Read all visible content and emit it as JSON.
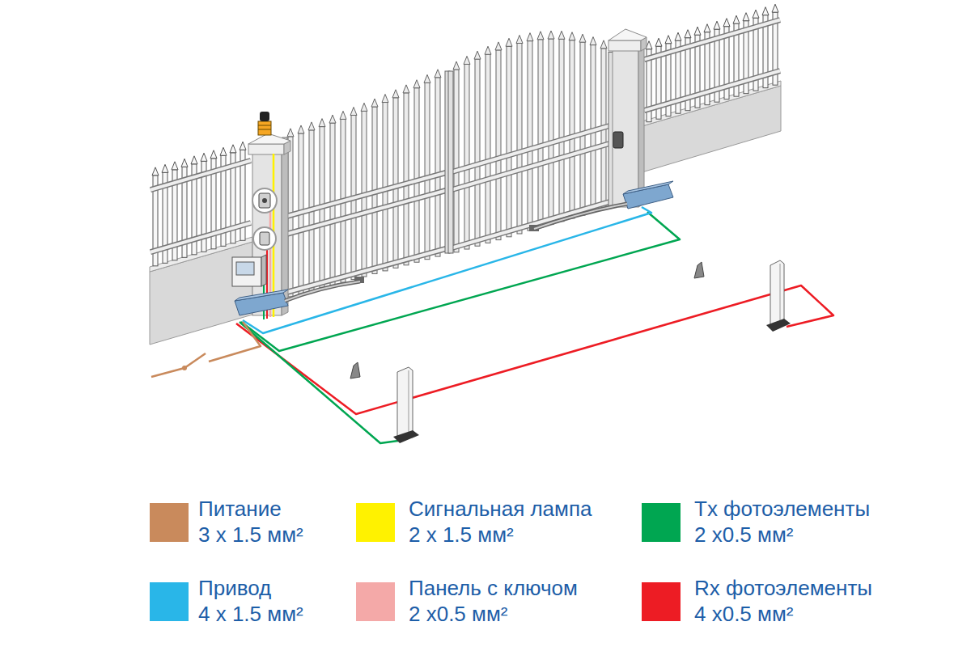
{
  "diagram": {
    "legend": [
      {
        "text": "Питание 3 x 1.5 мм²",
        "color": "#c98a5c"
      },
      {
        "text": "Сигнальная лампа 2 x 1.5 мм²",
        "color": "#fff200"
      },
      {
        "text": "Tx фотоэлементы 2 x0.5 мм²",
        "color": "#00a651"
      },
      {
        "text": "Привод 4 x 1.5 мм²",
        "color": "#29b6e8"
      },
      {
        "text": "Панель с ключом 2 x0.5 мм²",
        "color": "#f4a9a8"
      },
      {
        "text": "Rx фотоэлементы 4 x0.5 мм²",
        "color": "#ed1c24"
      }
    ]
  }
}
